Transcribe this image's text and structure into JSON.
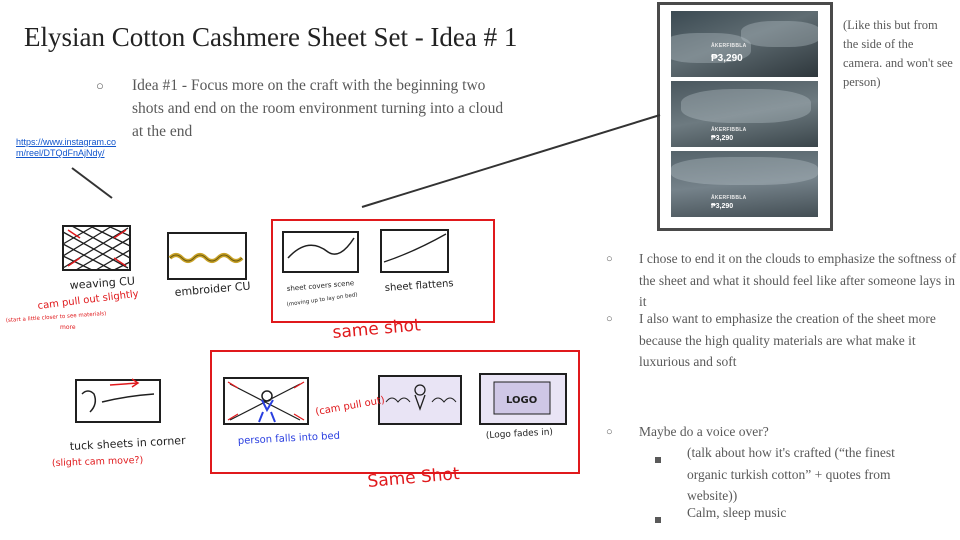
{
  "title": "Elysian Cotton Cashmere Sheet Set - Idea # 1",
  "idea": {
    "bullet": "○",
    "text": "Idea #1 - Focus more on the craft with the beginning two shots and end on the room environment turning into a cloud at the end"
  },
  "link": "https://www.instagram.com/reel/DTQdFnAjNdy/",
  "reference": {
    "note": "(Like this but from the side of the camera. and won't see person)",
    "shots": [
      {
        "brand": "ÅKERFIBBLA",
        "price": "₱3,290"
      },
      {
        "brand": "ÅKERFIBBLA",
        "price": "₱3,290"
      },
      {
        "brand": "ÅKERFIBBLA",
        "price": "₱3,290"
      }
    ]
  },
  "storyboard": {
    "row1": {
      "panels": [
        {
          "label": "weaving CU",
          "note": "cam pull out slightly",
          "subnote": "(start a little closer to see materials)",
          "subnote2": "more"
        },
        {
          "label": "embroider CU"
        },
        {
          "label": "sheet covers scene",
          "subnote": "(moving up to lay on bed)"
        },
        {
          "label": "sheet flattens"
        }
      ],
      "group_label": "same shot"
    },
    "row2": {
      "panels": [
        {
          "label": "tuck sheets in corner",
          "note": "(slight cam move?)"
        },
        {
          "label": "person falls into bed",
          "note": "(cam pull out)"
        },
        {
          "label": ""
        },
        {
          "label": "(Logo fades in)",
          "logo": "LOGO"
        }
      ],
      "group_label": "Same Shot"
    }
  },
  "right_bullets": [
    {
      "marker": "○",
      "text": "I chose to end it on the clouds to emphasize  the softness of the sheet and what it should feel like after someone lays in it"
    },
    {
      "marker": "○",
      "text": "I also want to emphasize the creation of the sheet more because the high quality materials are what make it luxurious and soft"
    }
  ],
  "voice_over": {
    "marker": "○",
    "text": "Maybe do a voice over?",
    "sub": [
      {
        "text": " (talk about how it's crafted  (“the finest organic turkish cotton” + quotes from website))"
      },
      {
        "text": "Calm, sleep music"
      }
    ]
  },
  "colors": {
    "ink": "#1f1f1f",
    "red": "#e0191c",
    "blue": "#2a3fe0",
    "gold": "#c9a227",
    "text": "#595959",
    "link": "#1155cc"
  }
}
